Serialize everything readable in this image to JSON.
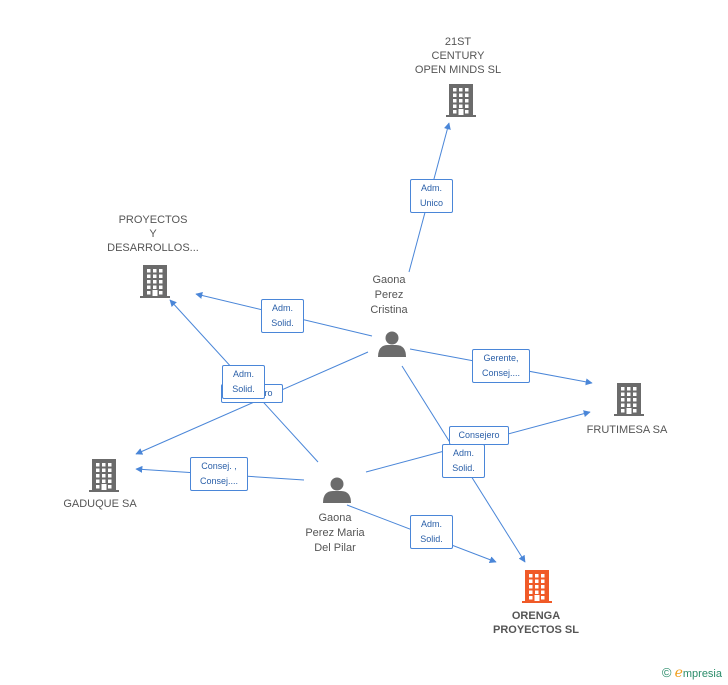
{
  "companies": [
    {
      "id": "c21",
      "label_lines": [
        "21ST",
        "CENTURY",
        "OPEN MINDS SL"
      ],
      "focus": false
    },
    {
      "id": "proy",
      "label_lines": [
        "PROYECTOS",
        "Y",
        "DESARROLLOS..."
      ],
      "focus": false
    },
    {
      "id": "fruti",
      "label_lines": [
        "FRUTIMESA SA"
      ],
      "focus": false
    },
    {
      "id": "gad",
      "label_lines": [
        "GADUQUE SA"
      ],
      "focus": false
    },
    {
      "id": "orenga",
      "label_lines": [
        "ORENGA",
        "PROYECTOS SL"
      ],
      "focus": true
    }
  ],
  "persons": [
    {
      "id": "cris",
      "label_lines": [
        "Gaona",
        "Perez",
        "Cristina"
      ]
    },
    {
      "id": "pilar",
      "label_lines": [
        "Gaona",
        "Perez Maria",
        "Del Pilar"
      ]
    }
  ],
  "relations": [
    {
      "lines": [
        "Adm.",
        "Unico"
      ]
    },
    {
      "lines": [
        "Adm.",
        "Solid."
      ]
    },
    {
      "lines": [
        "Gerente,",
        "Consej...."
      ]
    },
    {
      "lines": [
        "Consejero"
      ]
    },
    {
      "lines": [
        "Adm.",
        "Solid."
      ]
    },
    {
      "lines": [
        "Adm.",
        "Solid."
      ]
    },
    {
      "lines": [
        "Consej. ,",
        "Consej...."
      ]
    },
    {
      "lines": [
        "Adm.",
        "Solid."
      ]
    },
    {
      "lines": [
        "Consejero"
      ]
    }
  ],
  "colors": {
    "edge": "#4a86d8",
    "company": "#6b6b6b",
    "focus": "#f05a28",
    "person": "#6b6b6b"
  },
  "brand": {
    "copyright": "©",
    "initial": "e",
    "name": "mpresia"
  }
}
